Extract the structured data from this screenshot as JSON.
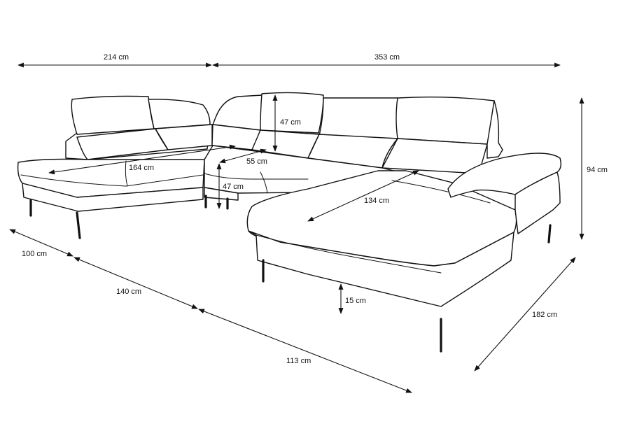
{
  "dimensions": {
    "top_left_width": "214 cm",
    "top_right_width": "353 cm",
    "height_total": "94 cm",
    "headrest_height": "47 cm",
    "seat_depth_middle": "55 cm",
    "left_chaise_length": "164 cm",
    "seat_height": "47 cm",
    "right_chaise_length": "134 cm",
    "leg_clearance": "15 cm",
    "bottom_left_depth": "100 cm",
    "bottom_middle": "140 cm",
    "bottom_right": "113 cm",
    "right_depth": "182 cm"
  },
  "colors": {
    "line": "#111111",
    "background": "#ffffff"
  }
}
